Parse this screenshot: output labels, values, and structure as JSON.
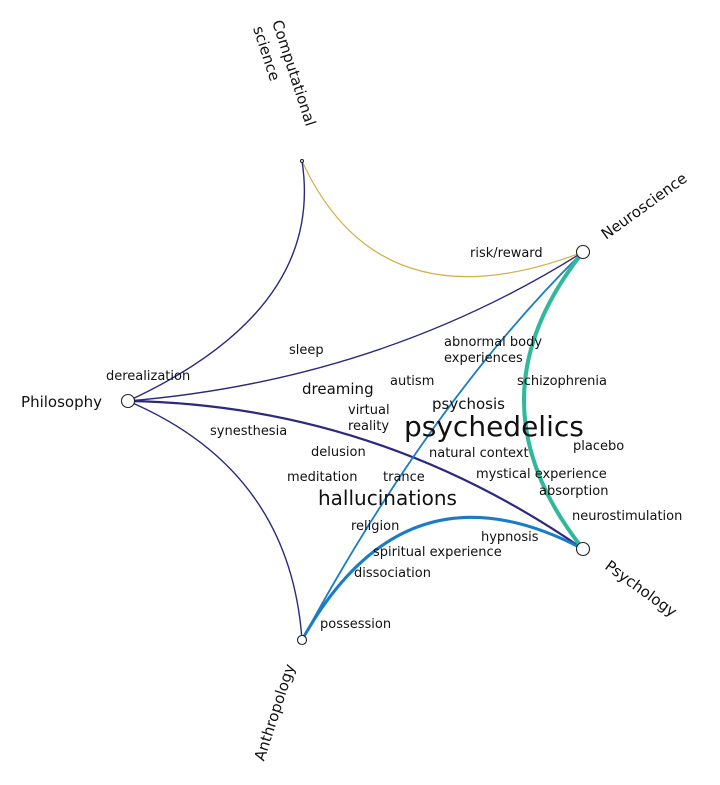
{
  "nodes": [
    {
      "id": "computational",
      "label_lines": [
        "Computational",
        "science"
      ]
    },
    {
      "id": "neuroscience",
      "label_lines": [
        "Neuroscience"
      ]
    },
    {
      "id": "philosophy",
      "label_lines": [
        "Philosophy"
      ]
    },
    {
      "id": "psychology",
      "label_lines": [
        "Psychology"
      ]
    },
    {
      "id": "anthropology",
      "label_lines": [
        "Anthropology"
      ]
    }
  ],
  "edges": [
    {
      "from": "computational",
      "to": "neuroscience",
      "color": "#d4b04a"
    },
    {
      "from": "computational",
      "to": "philosophy",
      "color": "#2b2a7e"
    },
    {
      "from": "philosophy",
      "to": "neuroscience",
      "color": "#2b2a7e"
    },
    {
      "from": "philosophy",
      "to": "psychology",
      "color": "#2b2a7e"
    },
    {
      "from": "philosophy",
      "to": "anthropology",
      "color": "#2b2a7e"
    },
    {
      "from": "anthropology",
      "to": "neuroscience",
      "color": "#1a7bc6"
    },
    {
      "from": "anthropology",
      "to": "psychology",
      "color": "#1a7bc6"
    },
    {
      "from": "neuroscience",
      "to": "psychology",
      "color": "#2fb89a"
    }
  ],
  "terms": [
    {
      "id": "risk-reward",
      "lines": [
        "risk/reward"
      ],
      "size": "small"
    },
    {
      "id": "sleep",
      "lines": [
        "sleep"
      ],
      "size": "small"
    },
    {
      "id": "derealization",
      "lines": [
        "derealization"
      ],
      "size": "small"
    },
    {
      "id": "abnormal-body",
      "lines": [
        "abnormal body",
        "experiences"
      ],
      "size": "small"
    },
    {
      "id": "schizophrenia",
      "lines": [
        "schizophrenia"
      ],
      "size": "small"
    },
    {
      "id": "autism",
      "lines": [
        "autism"
      ],
      "size": "small"
    },
    {
      "id": "dreaming",
      "lines": [
        "dreaming"
      ],
      "size": "medium"
    },
    {
      "id": "psychosis",
      "lines": [
        "psychosis"
      ],
      "size": "medium"
    },
    {
      "id": "virtual-reality",
      "lines": [
        "virtual",
        "reality"
      ],
      "size": "small"
    },
    {
      "id": "psychedelics",
      "lines": [
        "psychedelics"
      ],
      "size": "xlarge"
    },
    {
      "id": "synesthesia",
      "lines": [
        "synesthesia"
      ],
      "size": "small"
    },
    {
      "id": "placebo",
      "lines": [
        "placebo"
      ],
      "size": "small"
    },
    {
      "id": "delusion",
      "lines": [
        "delusion"
      ],
      "size": "small"
    },
    {
      "id": "natural-context",
      "lines": [
        "natural context"
      ],
      "size": "small"
    },
    {
      "id": "mystical-experience",
      "lines": [
        "mystical experience"
      ],
      "size": "small"
    },
    {
      "id": "meditation",
      "lines": [
        "meditation"
      ],
      "size": "small"
    },
    {
      "id": "trance",
      "lines": [
        "trance"
      ],
      "size": "small"
    },
    {
      "id": "absorption",
      "lines": [
        "absorption"
      ],
      "size": "small"
    },
    {
      "id": "hallucinations",
      "lines": [
        "hallucinations"
      ],
      "size": "large"
    },
    {
      "id": "neurostimulation",
      "lines": [
        "neurostimulation"
      ],
      "size": "small"
    },
    {
      "id": "religion",
      "lines": [
        "religion"
      ],
      "size": "small"
    },
    {
      "id": "hypnosis",
      "lines": [
        "hypnosis"
      ],
      "size": "small"
    },
    {
      "id": "spiritual-experience",
      "lines": [
        "spiritual experience"
      ],
      "size": "small"
    },
    {
      "id": "dissociation",
      "lines": [
        "dissociation"
      ],
      "size": "small"
    },
    {
      "id": "possession",
      "lines": [
        "possession"
      ],
      "size": "small"
    }
  ]
}
